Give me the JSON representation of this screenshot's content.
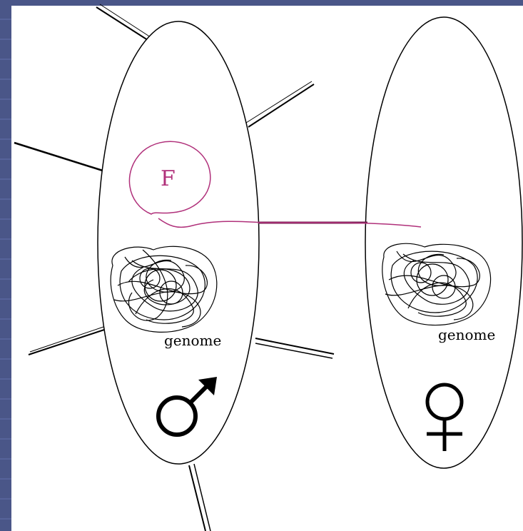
{
  "diagram": {
    "plasmid_label": "F",
    "male_genome_label": "genome",
    "female_genome_label": "genome",
    "male_symbol": "♂",
    "female_symbol": "♀",
    "colors": {
      "outline": "#000000",
      "plasmid": "#b0307a",
      "bridge": "#6b1a4a",
      "background": "#ffffff",
      "slide_frame": "#3f4a78"
    }
  }
}
